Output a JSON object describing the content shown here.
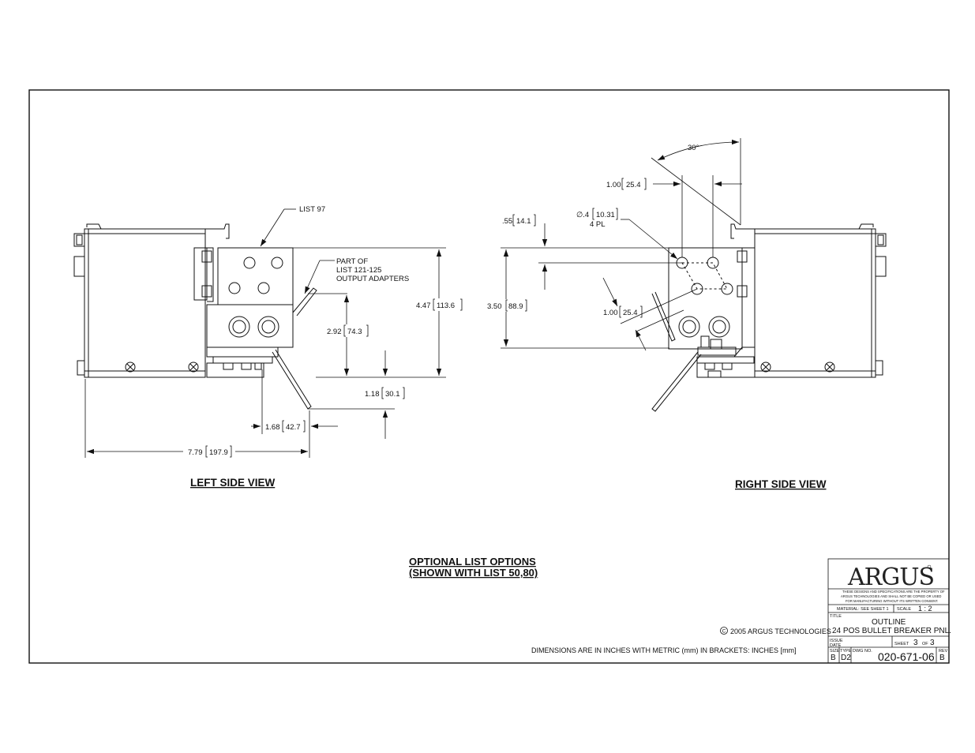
{
  "views": {
    "left_title": "LEFT SIDE VIEW",
    "right_title": "RIGHT SIDE VIEW"
  },
  "callouts": {
    "list97": "LIST 97",
    "part_of_1": "PART OF",
    "part_of_2": "LIST 121-125",
    "part_of_3": "OUTPUT ADAPTERS",
    "hole_dia": "∅.4",
    "hole_dia_mm": "10.31",
    "hole_count": "4 PL",
    "angle": "30°"
  },
  "dimensions": {
    "height_in": "4.47",
    "height_mm": "113.6",
    "adapter_in": "2.92",
    "adapter_mm": "74.3",
    "base_in": "1.18",
    "base_mm": "30.1",
    "offset_in": "1.68",
    "offset_mm": "42.7",
    "width_in": "7.79",
    "width_mm": "197.9",
    "top_in": ".55",
    "top_mm": "14.1",
    "right_h_in": "3.50",
    "right_h_mm": "88.9",
    "spacing_in": "1.00",
    "spacing_mm": "25.4",
    "diag_in": "1.00",
    "diag_mm": "25.4"
  },
  "options": {
    "line1": "OPTIONAL LIST OPTIONS",
    "line2": "(SHOWN WITH LIST 50,80)"
  },
  "copyright": "2005 ARGUS TECHNOLOGIES",
  "dimensions_note": "DIMENSIONS ARE IN INCHES WITH METRIC (mm) IN BRACKETS: INCHES [mm]",
  "title_block": {
    "logo": "ARGUS",
    "prop_1": "THESE DESIGNS AND SPECIFICATIONS ARE THE PROPERTY OF",
    "prop_2": "ARGUS TECHNOLOGIES AND SHALL NOT BE COPIED OR USED",
    "prop_3": "FOR MANUFACTURING WITHOUT ITS WRITTEN CONSENT.",
    "material": "MATERIAL: SEE SHEET 1",
    "scale_label": "SCALE",
    "scale": "1 : 2",
    "title_label": "TITLE",
    "title_1": "OUTLINE",
    "title_2": "24 POS BULLET BREAKER PNL.",
    "issue_label": "ISSUE",
    "date_label": "DATE",
    "sheet_label": "SHEET",
    "sheet": "3",
    "of_label": "OF",
    "sheets": "3",
    "size_label": "SIZE",
    "size": "B",
    "type_label": "TYPE",
    "type": "D2",
    "dwg_label": "DWG NO.",
    "dwg": "020-671-06",
    "rev_label": "REV",
    "rev": "B"
  }
}
